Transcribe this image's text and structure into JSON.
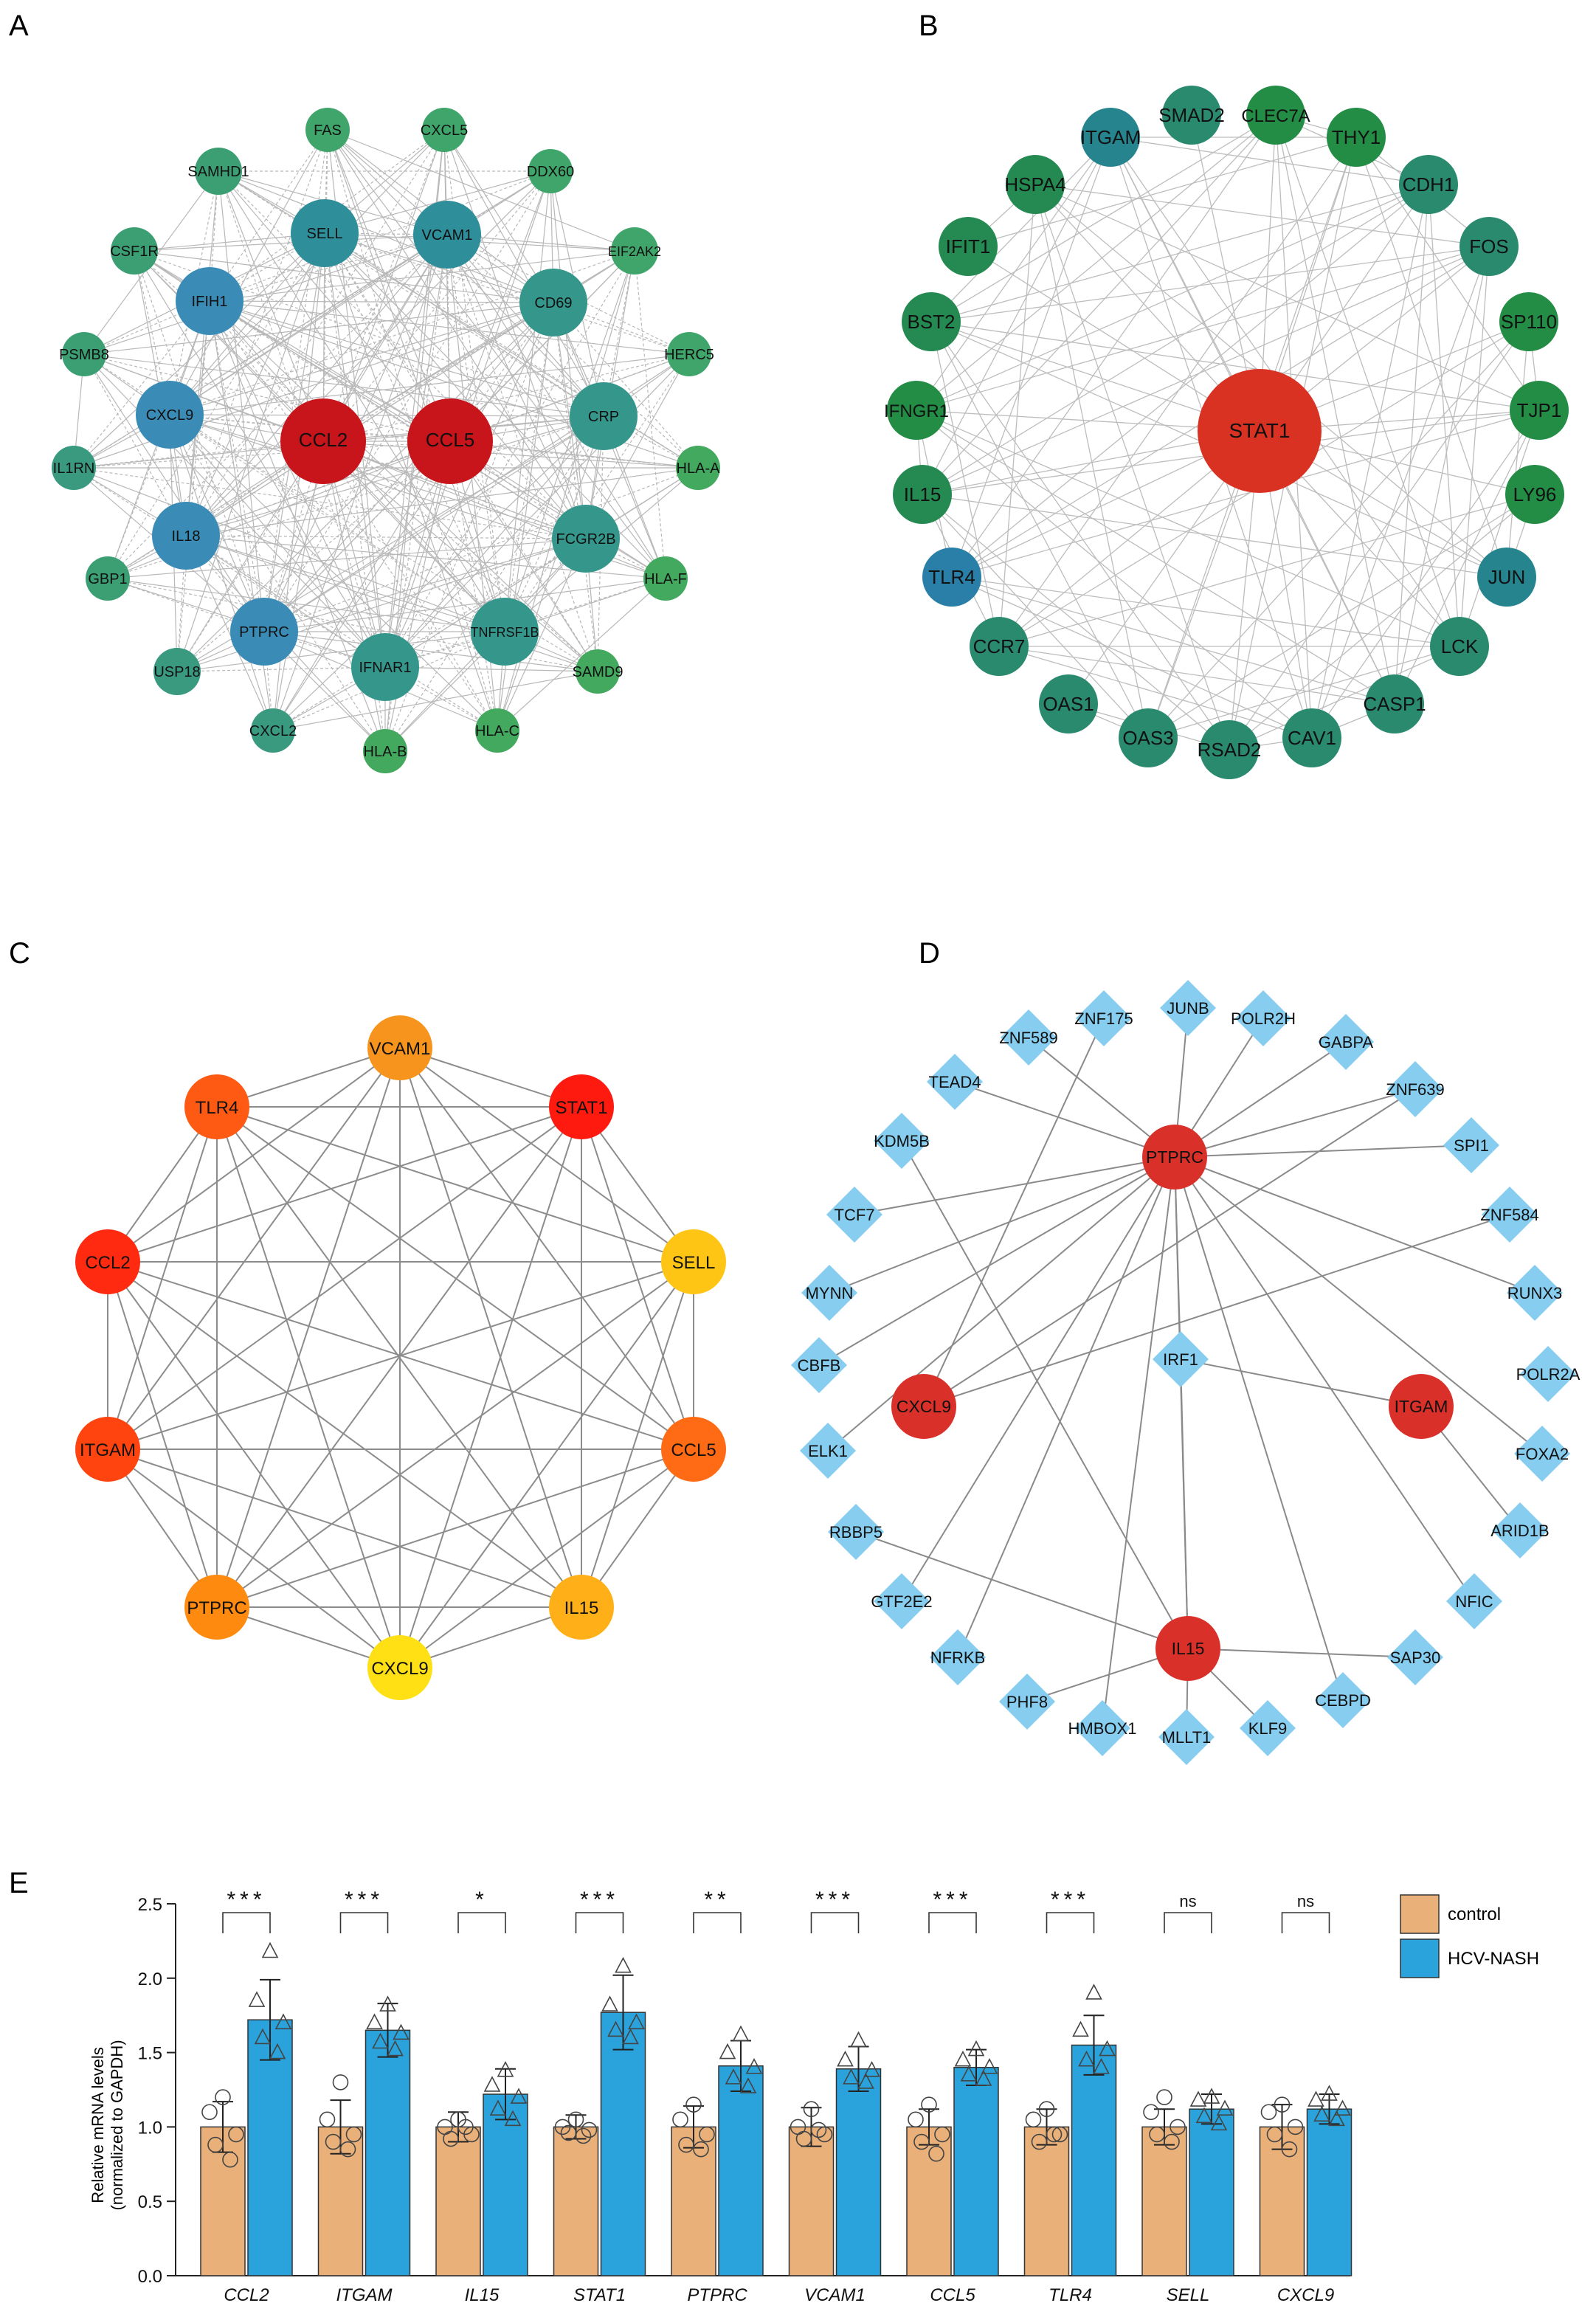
{
  "panels": {
    "A": {
      "letter": "A",
      "nodes": [
        {
          "id": "FAS",
          "label": "FAS",
          "color": "#3fa56b"
        },
        {
          "id": "CXCL5",
          "label": "CXCL5",
          "color": "#3fa56b"
        },
        {
          "id": "SAMHD1",
          "label": "SAMHD1",
          "color": "#3c9f73"
        },
        {
          "id": "DDX60",
          "label": "DDX60",
          "color": "#3fa56b"
        },
        {
          "id": "SELL",
          "label": "SELL",
          "color": "#2e8e9a"
        },
        {
          "id": "VCAM1",
          "label": "VCAM1",
          "color": "#2e8e9a"
        },
        {
          "id": "CSF1R",
          "label": "CSF1R",
          "color": "#3c9f73"
        },
        {
          "id": "EIF2AK2",
          "label": "EIF2AK2",
          "color": "#3fa56b"
        },
        {
          "id": "IFIH1",
          "label": "IFIH1",
          "color": "#3a8cb7"
        },
        {
          "id": "CD69",
          "label": "CD69",
          "color": "#35978c"
        },
        {
          "id": "PSMB8",
          "label": "PSMB8",
          "color": "#3c9f73"
        },
        {
          "id": "HERC5",
          "label": "HERC5",
          "color": "#3fa56b"
        },
        {
          "id": "CXCL9",
          "label": "CXCL9",
          "color": "#3a8cb7"
        },
        {
          "id": "CCL2",
          "label": "CCL2",
          "color": "#c8141b"
        },
        {
          "id": "CCL5",
          "label": "CCL5",
          "color": "#c8141b"
        },
        {
          "id": "CRP",
          "label": "CRP",
          "color": "#35978c"
        },
        {
          "id": "IL1RN",
          "label": "IL1RN",
          "color": "#3a9a80"
        },
        {
          "id": "HLA-A",
          "label": "HLA-A",
          "color": "#42a95f"
        },
        {
          "id": "IL18",
          "label": "IL18",
          "color": "#3a8cb7"
        },
        {
          "id": "FCGR2B",
          "label": "FCGR2B",
          "color": "#35978c"
        },
        {
          "id": "GBP1",
          "label": "GBP1",
          "color": "#3c9f73"
        },
        {
          "id": "HLA-F",
          "label": "HLA-F",
          "color": "#42a95f"
        },
        {
          "id": "PTPRC",
          "label": "PTPRC",
          "color": "#3a8cb7"
        },
        {
          "id": "TNFRSF1B",
          "label": "TNFRSF1B",
          "color": "#35978c"
        },
        {
          "id": "IFNAR1",
          "label": "IFNAR1",
          "color": "#35978c"
        },
        {
          "id": "USP18",
          "label": "USP18",
          "color": "#3a9a80"
        },
        {
          "id": "SAMD9",
          "label": "SAMD9",
          "color": "#42a95f"
        },
        {
          "id": "CXCL2",
          "label": "CXCL2",
          "color": "#3a9a80"
        },
        {
          "id": "HLA-C",
          "label": "HLA-C",
          "color": "#42a95f"
        },
        {
          "id": "HLA-B",
          "label": "HLA-B",
          "color": "#42a95f"
        }
      ]
    },
    "B": {
      "letter": "B",
      "nodes": [
        {
          "id": "ITGAM",
          "label": "ITGAM",
          "color": "#26848f"
        },
        {
          "id": "SMAD2",
          "label": "SMAD2",
          "color": "#2a8a6e"
        },
        {
          "id": "CLEC7A",
          "label": "CLEC7A",
          "color": "#238c45"
        },
        {
          "id": "THY1",
          "label": "THY1",
          "color": "#238c45"
        },
        {
          "id": "HSPA4",
          "label": "HSPA4",
          "color": "#258a52"
        },
        {
          "id": "CDH1",
          "label": "CDH1",
          "color": "#2a8a6e"
        },
        {
          "id": "IFIT1",
          "label": "IFIT1",
          "color": "#258a52"
        },
        {
          "id": "FOS",
          "label": "FOS",
          "color": "#2a8a6e"
        },
        {
          "id": "BST2",
          "label": "BST2",
          "color": "#258a52"
        },
        {
          "id": "SP110",
          "label": "SP110",
          "color": "#238c45"
        },
        {
          "id": "IFNGR1",
          "label": "IFNGR1",
          "color": "#238c45"
        },
        {
          "id": "STAT1",
          "label": "STAT1",
          "color": "#d93222"
        },
        {
          "id": "TJP1",
          "label": "TJP1",
          "color": "#238c45"
        },
        {
          "id": "IL15",
          "label": "IL15",
          "color": "#258a52"
        },
        {
          "id": "LY96",
          "label": "LY96",
          "color": "#238c45"
        },
        {
          "id": "TLR4",
          "label": "TLR4",
          "color": "#2a7fa8"
        },
        {
          "id": "JUN",
          "label": "JUN",
          "color": "#26848f"
        },
        {
          "id": "CCR7",
          "label": "CCR7",
          "color": "#2a8a6e"
        },
        {
          "id": "LCK",
          "label": "LCK",
          "color": "#2a8a6e"
        },
        {
          "id": "OAS1",
          "label": "OAS1",
          "color": "#2a8a6e"
        },
        {
          "id": "CASP1",
          "label": "CASP1",
          "color": "#2a8a6e"
        },
        {
          "id": "OAS3",
          "label": "OAS3",
          "color": "#2a8a6e"
        },
        {
          "id": "RSAD2",
          "label": "RSAD2",
          "color": "#2a8a6e"
        },
        {
          "id": "CAV1",
          "label": "CAV1",
          "color": "#2a8a6e"
        }
      ]
    },
    "C": {
      "letter": "C",
      "nodes": [
        {
          "id": "VCAM1",
          "label": "VCAM1",
          "color": "#f7941d"
        },
        {
          "id": "TLR4",
          "label": "TLR4",
          "color": "#ff5a14"
        },
        {
          "id": "STAT1",
          "label": "STAT1",
          "color": "#ff1a10"
        },
        {
          "id": "CCL2",
          "label": "CCL2",
          "color": "#ff2a10"
        },
        {
          "id": "SELL",
          "label": "SELL",
          "color": "#ffc515"
        },
        {
          "id": "ITGAM",
          "label": "ITGAM",
          "color": "#ff4410"
        },
        {
          "id": "CCL5",
          "label": "CCL5",
          "color": "#ff6a14"
        },
        {
          "id": "PTPRC",
          "label": "PTPRC",
          "color": "#ff8a10"
        },
        {
          "id": "IL15",
          "label": "IL15",
          "color": "#ffb018"
        },
        {
          "id": "CXCL9",
          "label": "CXCL9",
          "color": "#ffe014"
        }
      ]
    },
    "D": {
      "letter": "D",
      "hub_color": "#d9302a",
      "tf_color": "#86cdf0",
      "hubs": [
        "PTPRC",
        "CXCL9",
        "ITGAM",
        "IL15"
      ],
      "tfs": [
        "JUNB",
        "ZNF175",
        "POLR2H",
        "ZNF589",
        "GABPA",
        "TEAD4",
        "ZNF639",
        "KDM5B",
        "SPI1",
        "TCF7",
        "ZNF584",
        "MYNN",
        "RUNX3",
        "CBFB",
        "IRF1",
        "POLR2A",
        "ELK1",
        "FOXA2",
        "RBBP5",
        "ARID1B",
        "GTF2E2",
        "NFIC",
        "NFRKB",
        "SAP30",
        "PHF8",
        "CEBPD",
        "HMBOX1",
        "MLLT1",
        "KLF9"
      ]
    },
    "E": {
      "letter": "E"
    }
  },
  "chart_data": {
    "type": "bar",
    "ylabel_line1": "Relative mRNA levels",
    "ylabel_line2": "(normalized to GAPDH)",
    "ylim": [
      0,
      2.5
    ],
    "yticks": [
      "0.0",
      "0.5",
      "1.0",
      "1.5",
      "2.0",
      "2.5"
    ],
    "categories": [
      "CCL2",
      "ITGAM",
      "IL15",
      "STAT1",
      "PTPRC",
      "VCAM1",
      "CCL5",
      "TLR4",
      "SELL",
      "CXCL9"
    ],
    "significance": [
      "***",
      "***",
      "*",
      "***",
      "**",
      "***",
      "***",
      "***",
      "ns",
      "ns"
    ],
    "series": [
      {
        "name": "control",
        "color": "#e9b07a",
        "marker": "circle",
        "values": [
          1.0,
          1.0,
          1.0,
          1.0,
          1.0,
          1.0,
          1.0,
          1.0,
          1.0,
          1.0
        ],
        "errors": [
          0.17,
          0.18,
          0.1,
          0.08,
          0.14,
          0.13,
          0.12,
          0.12,
          0.12,
          0.15
        ],
        "points": [
          [
            1.2,
            1.1,
            0.95,
            0.88,
            0.78
          ],
          [
            1.3,
            1.05,
            0.95,
            0.9,
            0.85
          ],
          [
            1.05,
            1.0,
            0.95,
            0.92,
            1.0
          ],
          [
            1.05,
            1.0,
            0.98,
            0.96,
            0.94
          ],
          [
            1.15,
            1.05,
            0.95,
            0.88,
            0.85
          ],
          [
            1.12,
            1.0,
            0.95,
            0.92,
            0.98
          ],
          [
            1.15,
            1.05,
            0.95,
            0.9,
            0.82
          ],
          [
            1.12,
            1.05,
            0.95,
            0.9,
            0.95
          ],
          [
            1.2,
            1.1,
            1.0,
            0.95,
            0.9
          ],
          [
            1.15,
            1.1,
            1.0,
            0.95,
            0.85
          ]
        ]
      },
      {
        "name": "HCV-NASH",
        "color": "#2aa3dc",
        "marker": "triangle",
        "values": [
          1.72,
          1.65,
          1.22,
          1.77,
          1.41,
          1.39,
          1.4,
          1.55,
          1.12,
          1.12
        ],
        "errors": [
          0.27,
          0.18,
          0.17,
          0.25,
          0.17,
          0.15,
          0.12,
          0.2,
          0.1,
          0.1
        ],
        "points": [
          [
            2.18,
            1.85,
            1.7,
            1.6,
            1.5
          ],
          [
            1.82,
            1.7,
            1.63,
            1.57,
            1.52
          ],
          [
            1.38,
            1.28,
            1.2,
            1.12,
            1.05
          ],
          [
            2.08,
            1.82,
            1.7,
            1.65,
            1.6
          ],
          [
            1.62,
            1.5,
            1.4,
            1.33,
            1.27
          ],
          [
            1.58,
            1.45,
            1.38,
            1.33,
            1.3
          ],
          [
            1.52,
            1.45,
            1.4,
            1.35,
            1.32
          ],
          [
            1.9,
            1.65,
            1.52,
            1.45,
            1.4
          ],
          [
            1.2,
            1.18,
            1.12,
            1.07,
            1.02
          ],
          [
            1.22,
            1.18,
            1.12,
            1.08,
            1.05
          ]
        ]
      }
    ],
    "legend": [
      "control",
      "HCV-NASH"
    ],
    "grid": false,
    "legend_position": "right"
  }
}
